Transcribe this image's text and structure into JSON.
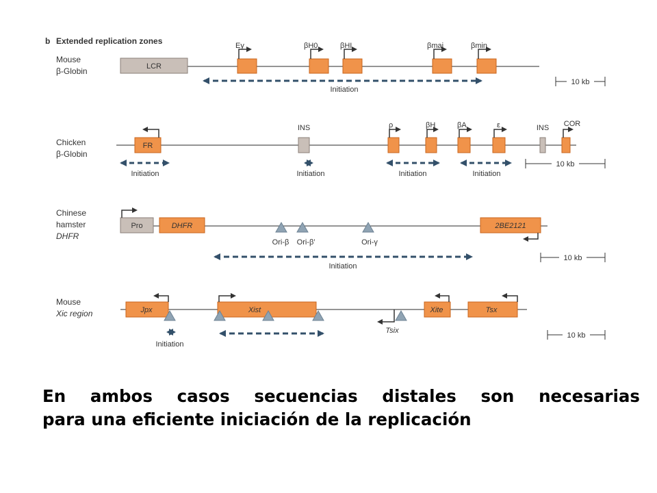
{
  "figure": {
    "panel_letter": "b",
    "panel_title": "Extended replication zones",
    "tracks": [
      {
        "organism_line1": "Mouse",
        "organism_line2": "β-Globin",
        "elements": [
          {
            "label": "LCR",
            "kind": "gray"
          },
          {
            "label": "Ey",
            "kind": "orange"
          },
          {
            "label": "βH0",
            "kind": "orange"
          },
          {
            "label": "βHI",
            "kind": "orange"
          },
          {
            "label": "βmaj",
            "kind": "orange"
          },
          {
            "label": "βmin",
            "kind": "orange"
          }
        ],
        "initiation": [
          "Initiation"
        ],
        "scale": "10 kb"
      },
      {
        "organism_line1": "Chicken",
        "organism_line2": "β-Globin",
        "elements": [
          {
            "label": "FR",
            "kind": "orange"
          },
          {
            "label": "INS",
            "kind": "gray"
          },
          {
            "label": "ρ",
            "kind": "orange"
          },
          {
            "label": "βH",
            "kind": "orange"
          },
          {
            "label": "βA",
            "kind": "orange"
          },
          {
            "label": "ε",
            "kind": "orange"
          },
          {
            "label": "INS",
            "kind": "gray"
          },
          {
            "label": "COR",
            "kind": "orange"
          }
        ],
        "initiation": [
          "Initiation",
          "Initiation",
          "Initiation",
          "Initiation"
        ],
        "scale": "10 kb"
      },
      {
        "organism_line1": "Chinese",
        "organism_line2": "hamster",
        "organism_line3": "DHFR",
        "elements": [
          {
            "label": "Pro",
            "kind": "gray"
          },
          {
            "label": "DHFR",
            "kind": "orange"
          },
          {
            "label": "2BE2121",
            "kind": "orange"
          }
        ],
        "origins": [
          "Ori-β",
          "Ori-β′",
          "Ori-γ"
        ],
        "initiation": [
          "Initiation"
        ],
        "scale": "10 kb"
      },
      {
        "organism_line1": "Mouse",
        "organism_line2": "Xic region",
        "elements": [
          {
            "label": "Jpx",
            "kind": "orange"
          },
          {
            "label": "Xist",
            "kind": "orange"
          },
          {
            "label": "Tsix",
            "kind": "line"
          },
          {
            "label": "Xite",
            "kind": "orange"
          },
          {
            "label": "Tsx",
            "kind": "orange"
          }
        ],
        "initiation": [
          "Initiation"
        ],
        "scale": "10 kb"
      }
    ],
    "colors": {
      "gene_fill": "#f0934a",
      "gene_stroke": "#c8651e",
      "element_gray": "#c9bfb8",
      "line": "#555555",
      "arrow": "#33506a",
      "origin": "#8fa3b3"
    }
  },
  "caption": {
    "line1": "En ambos casos secuencias distales son necesarias",
    "line2": "para una eficiente iniciación de la replicación"
  }
}
